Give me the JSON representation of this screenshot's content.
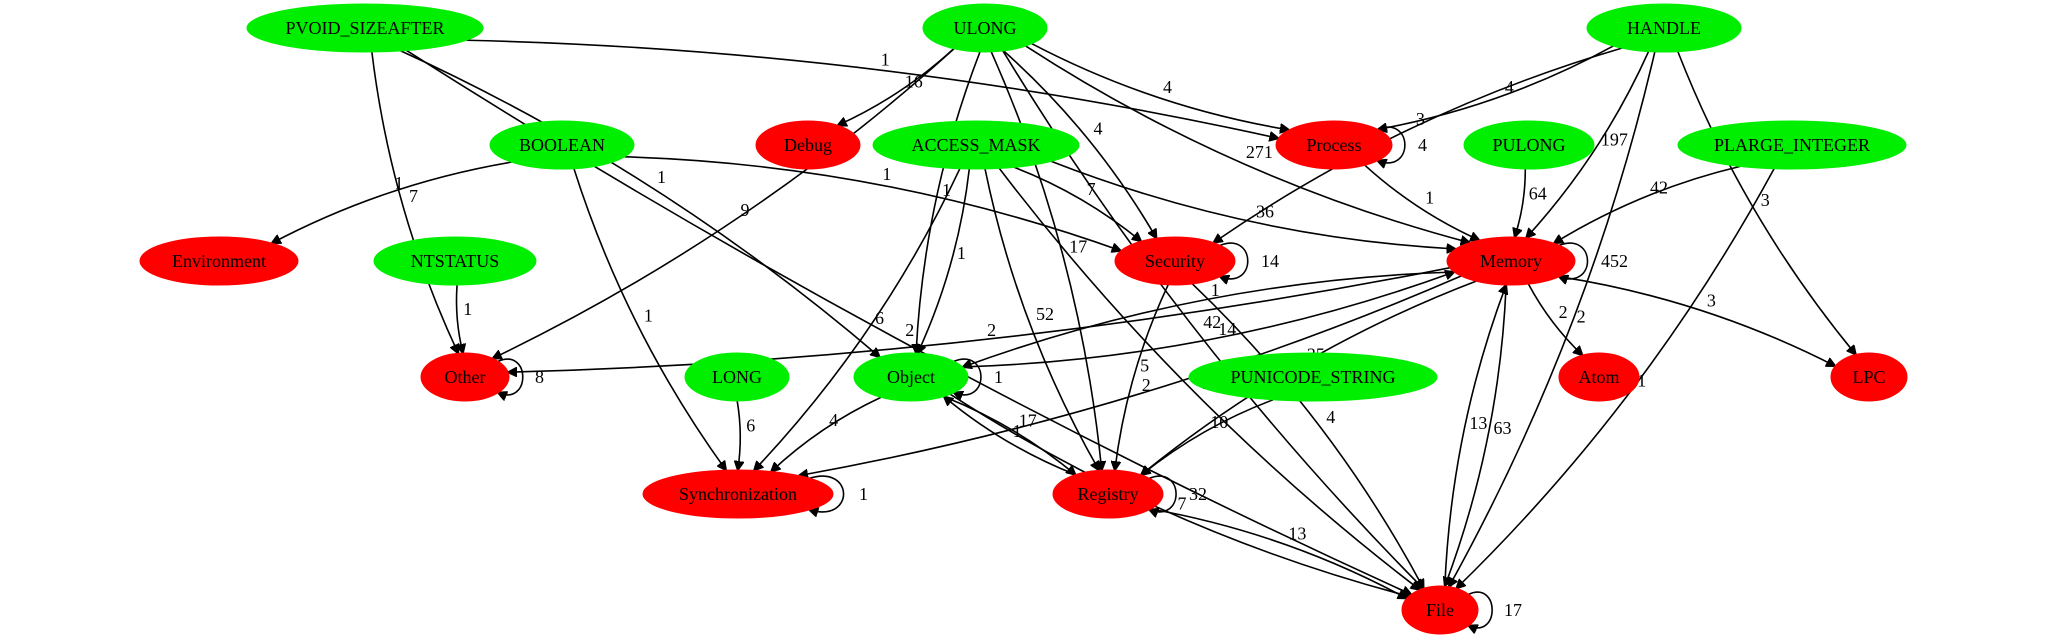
{
  "colors": {
    "type_node": "#00ee00",
    "category_node": "#ff0000",
    "edge": "#000000",
    "background": "#ffffff"
  },
  "nodes": [
    {
      "id": "PVOID_SIZEAFTER",
      "label": "PVOID_SIZEAFTER",
      "kind": "type"
    },
    {
      "id": "ULONG",
      "label": "ULONG",
      "kind": "type"
    },
    {
      "id": "HANDLE",
      "label": "HANDLE",
      "kind": "type"
    },
    {
      "id": "BOOLEAN",
      "label": "BOOLEAN",
      "kind": "type"
    },
    {
      "id": "ACCESS_MASK",
      "label": "ACCESS_MASK",
      "kind": "type"
    },
    {
      "id": "PULONG",
      "label": "PULONG",
      "kind": "type"
    },
    {
      "id": "PLARGE_INTEGER",
      "label": "PLARGE_INTEGER",
      "kind": "type"
    },
    {
      "id": "NTSTATUS",
      "label": "NTSTATUS",
      "kind": "type"
    },
    {
      "id": "LONG",
      "label": "LONG",
      "kind": "type"
    },
    {
      "id": "Object",
      "label": "Object",
      "kind": "type"
    },
    {
      "id": "PUNICODE_STRING",
      "label": "PUNICODE_STRING",
      "kind": "type"
    },
    {
      "id": "Debug",
      "label": "Debug",
      "kind": "category"
    },
    {
      "id": "Process",
      "label": "Process",
      "kind": "category"
    },
    {
      "id": "Environment",
      "label": "Environment",
      "kind": "category"
    },
    {
      "id": "Security",
      "label": "Security",
      "kind": "category"
    },
    {
      "id": "Memory",
      "label": "Memory",
      "kind": "category"
    },
    {
      "id": "Other",
      "label": "Other",
      "kind": "category"
    },
    {
      "id": "Atom",
      "label": "Atom",
      "kind": "category"
    },
    {
      "id": "LPC",
      "label": "LPC",
      "kind": "category"
    },
    {
      "id": "Synchronization",
      "label": "Synchronization",
      "kind": "category"
    },
    {
      "id": "Registry",
      "label": "Registry",
      "kind": "category"
    },
    {
      "id": "File",
      "label": "File",
      "kind": "category"
    }
  ],
  "edges": [
    {
      "from": "PVOID_SIZEAFTER",
      "to": "Process",
      "label": "1"
    },
    {
      "from": "PVOID_SIZEAFTER",
      "to": "Other",
      "label": "7"
    },
    {
      "from": "PVOID_SIZEAFTER",
      "to": "Object",
      "label": "1"
    },
    {
      "from": "PVOID_SIZEAFTER",
      "to": "File",
      "label": "2"
    },
    {
      "from": "ULONG",
      "to": "Debug",
      "label": "16"
    },
    {
      "from": "ULONG",
      "to": "Process",
      "label": "4"
    },
    {
      "from": "ULONG",
      "to": "Security",
      "label": "4"
    },
    {
      "from": "ULONG",
      "to": "Memory",
      "label": "271"
    },
    {
      "from": "ULONG",
      "to": "Other",
      "label": "9"
    },
    {
      "from": "ULONG",
      "to": "Object",
      "label": "1"
    },
    {
      "from": "ULONG",
      "to": "Registry",
      "label": "17"
    },
    {
      "from": "ULONG",
      "to": "File",
      "label": "42"
    },
    {
      "from": "HANDLE",
      "to": "Process",
      "label": "4"
    },
    {
      "from": "HANDLE",
      "to": "Security",
      "label": "3"
    },
    {
      "from": "HANDLE",
      "to": "Memory",
      "label": "197"
    },
    {
      "from": "HANDLE",
      "to": "LPC",
      "label": "3"
    },
    {
      "from": "HANDLE",
      "to": "File",
      "label": "2"
    },
    {
      "from": "BOOLEAN",
      "to": "Environment",
      "label": "1"
    },
    {
      "from": "BOOLEAN",
      "to": "Security",
      "label": "1"
    },
    {
      "from": "BOOLEAN",
      "to": "Synchronization",
      "label": "1"
    },
    {
      "from": "ACCESS_MASK",
      "to": "Security",
      "label": "7"
    },
    {
      "from": "ACCESS_MASK",
      "to": "Memory",
      "label": "36"
    },
    {
      "from": "ACCESS_MASK",
      "to": "Object",
      "label": "1"
    },
    {
      "from": "ACCESS_MASK",
      "to": "Registry",
      "label": "52"
    },
    {
      "from": "ACCESS_MASK",
      "to": "Synchronization",
      "label": "6"
    },
    {
      "from": "ACCESS_MASK",
      "to": "File",
      "label": "18"
    },
    {
      "from": "PULONG",
      "to": "Memory",
      "label": "64"
    },
    {
      "from": "PLARGE_INTEGER",
      "to": "Memory",
      "label": "42"
    },
    {
      "from": "PLARGE_INTEGER",
      "to": "File",
      "label": "1"
    },
    {
      "from": "NTSTATUS",
      "to": "Other",
      "label": "1"
    },
    {
      "from": "LONG",
      "to": "Synchronization",
      "label": "6"
    },
    {
      "from": "PUNICODE_STRING",
      "to": "Registry",
      "label": "10"
    },
    {
      "from": "Process",
      "to": "Process",
      "label": "4"
    },
    {
      "from": "Process",
      "to": "Memory",
      "label": "1"
    },
    {
      "from": "Security",
      "to": "Security",
      "label": "14"
    },
    {
      "from": "Security",
      "to": "Registry",
      "label": "5"
    },
    {
      "from": "Security",
      "to": "File",
      "label": "4"
    },
    {
      "from": "Memory",
      "to": "Memory",
      "label": "452"
    },
    {
      "from": "Memory",
      "to": "Other",
      "label": "2"
    },
    {
      "from": "Memory",
      "to": "Object",
      "label": "1"
    },
    {
      "from": "Memory",
      "to": "Synchronization",
      "label": "2"
    },
    {
      "from": "Memory",
      "to": "Atom",
      "label": "2"
    },
    {
      "from": "Memory",
      "to": "LPC",
      "label": "3"
    },
    {
      "from": "Memory",
      "to": "Registry",
      "label": "35"
    },
    {
      "from": "Memory",
      "to": "File",
      "label": "63"
    },
    {
      "from": "Object",
      "to": "Memory",
      "label": "14"
    },
    {
      "from": "Object",
      "to": "Object",
      "label": "1"
    },
    {
      "from": "Object",
      "to": "Synchronization",
      "label": "4"
    },
    {
      "from": "Object",
      "to": "Registry",
      "label": "17"
    },
    {
      "from": "Object",
      "to": "File",
      "label": "7"
    },
    {
      "from": "Registry",
      "to": "Object",
      "label": "1"
    },
    {
      "from": "Registry",
      "to": "Registry",
      "label": "32"
    },
    {
      "from": "Registry",
      "to": "File",
      "label": "13"
    },
    {
      "from": "Other",
      "to": "Other",
      "label": "8"
    },
    {
      "from": "Synchronization",
      "to": "Synchronization",
      "label": "1"
    },
    {
      "from": "File",
      "to": "File",
      "label": "17"
    },
    {
      "from": "File",
      "to": "Memory",
      "label": "13"
    }
  ]
}
